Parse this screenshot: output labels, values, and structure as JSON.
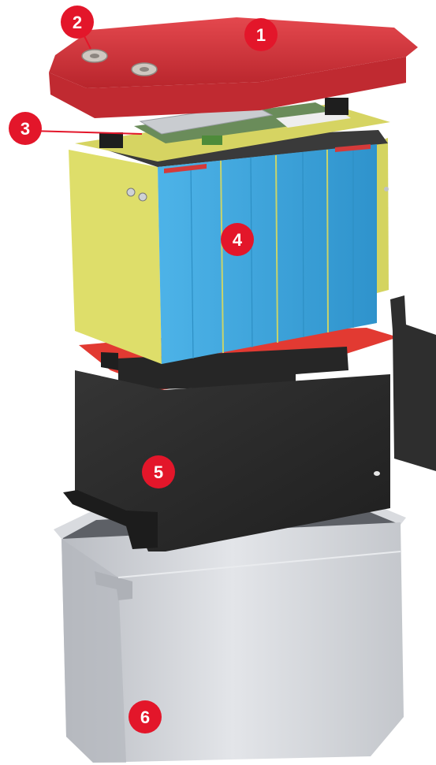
{
  "callouts": [
    {
      "id": "1",
      "label": "1",
      "part": "lid"
    },
    {
      "id": "2",
      "label": "2",
      "part": "terminal"
    },
    {
      "id": "3",
      "label": "3",
      "part": "bms-board"
    },
    {
      "id": "4",
      "label": "4",
      "part": "cell-pack"
    },
    {
      "id": "5",
      "label": "5",
      "part": "metal-bracket"
    },
    {
      "id": "6",
      "label": "6",
      "part": "outer-case"
    }
  ],
  "colors": {
    "callout": "#e3162a",
    "lid": "#d8323a",
    "cells": "#3fa6dd",
    "insulation": "#dede6a",
    "bracket": "#2b2b2b",
    "case": "#c9ccd2",
    "pad": "#e23a32"
  }
}
